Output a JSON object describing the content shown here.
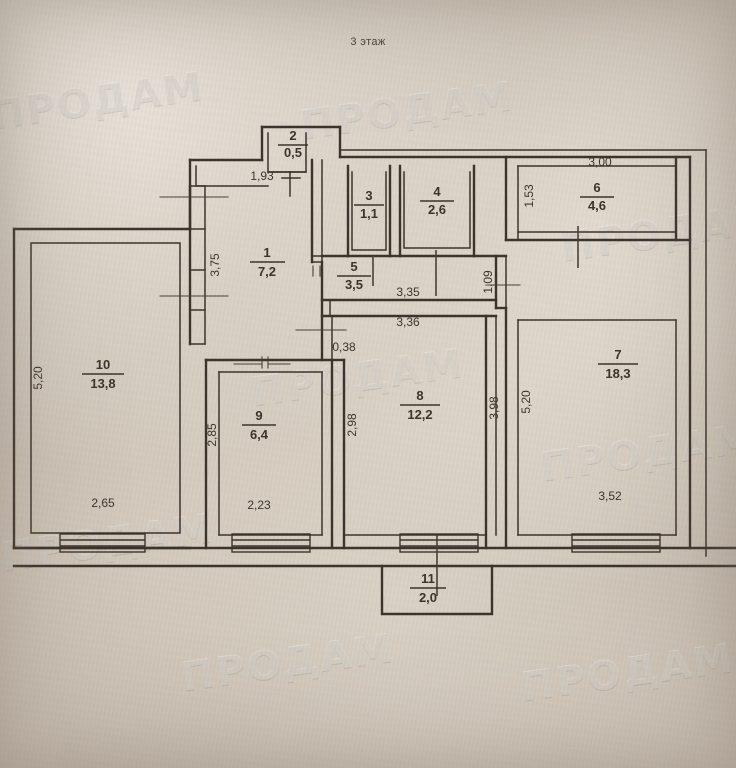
{
  "document": {
    "title": "3 этаж",
    "kind": "floor-plan",
    "watermark_text": "ПРОДАМ"
  },
  "rooms": [
    {
      "id": "1",
      "number": "1",
      "area": "7,2"
    },
    {
      "id": "2",
      "number": "2",
      "area": "0,5"
    },
    {
      "id": "3",
      "number": "3",
      "area": "1,1"
    },
    {
      "id": "4",
      "number": "4",
      "area": "2,6"
    },
    {
      "id": "5",
      "number": "5",
      "area": "3,5"
    },
    {
      "id": "6",
      "number": "6",
      "area": "4,6"
    },
    {
      "id": "7",
      "number": "7",
      "area": "18,3"
    },
    {
      "id": "8",
      "number": "8",
      "area": "12,2"
    },
    {
      "id": "9",
      "number": "9",
      "area": "6,4"
    },
    {
      "id": "10",
      "number": "10",
      "area": "13,8"
    },
    {
      "id": "11",
      "number": "11",
      "area": "2,0"
    }
  ],
  "dimensions": {
    "d_1_93": "1,93",
    "d_3_75": "3,75",
    "d_1_53": "1,53",
    "d_3_00": "3,00",
    "d_1_09": "1,09",
    "d_3_35": "3,35",
    "d_3_36": "3,36",
    "d_0_38": "0,38",
    "d_5_20_left": "5,20",
    "d_2_65": "2,65",
    "d_2_85": "2,85",
    "d_2_23": "2,23",
    "d_2_98": "2,98",
    "d_3_98": "3,98",
    "d_5_20_right": "5,20",
    "d_3_52": "3,52"
  },
  "colors": {
    "ink": "#4a4038",
    "paper": "#cdc3b6",
    "wall": "#3d342c"
  }
}
